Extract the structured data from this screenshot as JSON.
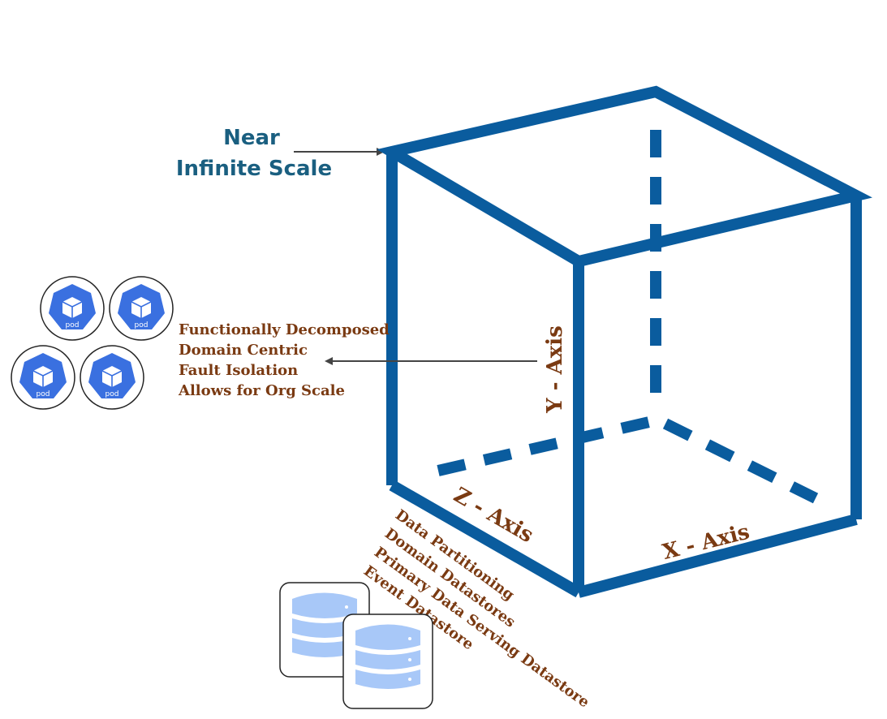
{
  "title": {
    "line1": "Near",
    "line2": "Infinite Scale"
  },
  "y_axis": {
    "label": "Y - Axis",
    "notes": [
      "Functionally Decomposed",
      "Domain Centric",
      "Fault Isolation",
      "Allows for Org Scale"
    ],
    "icons": [
      {
        "icon": "kubernetes-pod-icon",
        "label": "pod"
      },
      {
        "icon": "kubernetes-pod-icon",
        "label": "pod"
      },
      {
        "icon": "kubernetes-pod-icon",
        "label": "pod"
      },
      {
        "icon": "kubernetes-pod-icon",
        "label": "pod"
      }
    ]
  },
  "x_axis": {
    "label": "X - Axis"
  },
  "z_axis": {
    "label": "Z - Axis",
    "notes": [
      "Data Partitioning",
      "Domain Datastores",
      "Primary Data Serving Datastore",
      "Event Datastore"
    ],
    "icons": [
      {
        "icon": "database-icon"
      },
      {
        "icon": "database-icon"
      }
    ]
  },
  "colors": {
    "cube": "#0a5c9e",
    "title": "#1a5f80",
    "notes": "#7a3a12",
    "pod": "#3a70e0",
    "database": "#a8c8f8"
  }
}
